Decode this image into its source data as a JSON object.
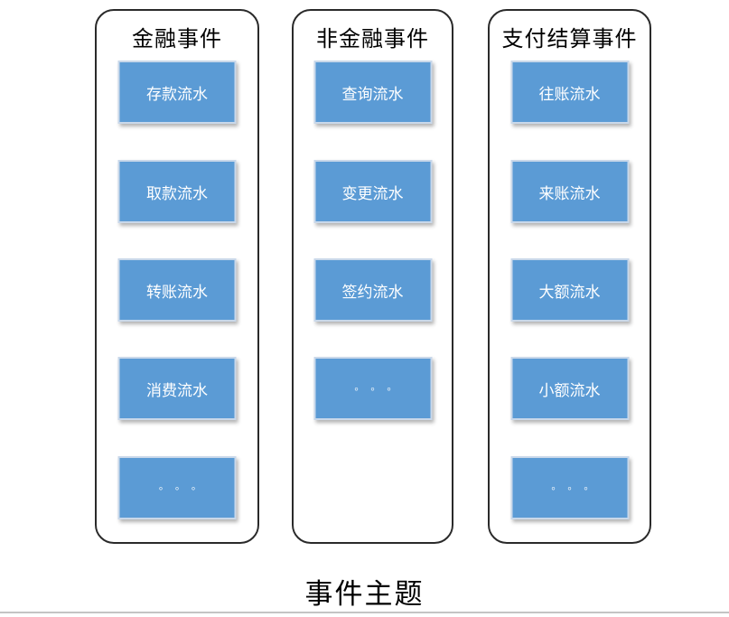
{
  "caption": "事件主题",
  "ellipsis": "◦◦◦",
  "colors": {
    "box_fill": "#5B9BD5",
    "box_border": "#C9D8EA",
    "box_text": "#FFFFFF",
    "column_border": "#2A2A2A",
    "divider": "#C4C4C4",
    "title_text": "#000000"
  },
  "columns": [
    {
      "title": "金融事件",
      "items": [
        "存款流水",
        "取款流水",
        "转账流水",
        "消费流水"
      ],
      "has_ellipsis": true
    },
    {
      "title": "非金融事件",
      "items": [
        "查询流水",
        "变更流水",
        "签约流水"
      ],
      "has_ellipsis": true
    },
    {
      "title": "支付结算事件",
      "items": [
        "往账流水",
        "来账流水",
        "大额流水",
        "小额流水"
      ],
      "has_ellipsis": true
    }
  ]
}
